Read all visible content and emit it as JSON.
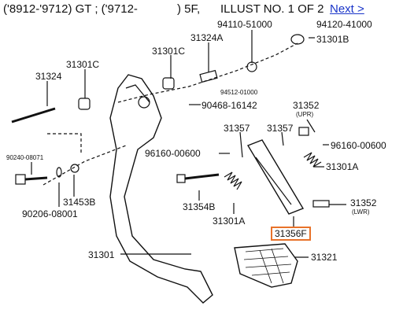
{
  "header": {
    "part1": "('8912-'9712) GT ; ('9712-",
    "part2": ") 5F,",
    "illust": "ILLUST NO. 1 OF 2",
    "next_link": "Next >"
  },
  "parts": {
    "p94110": "94110-51000",
    "p94120": "94120-41000",
    "p31324a": "31324A",
    "p31301b": "31301B",
    "p31301c": "31301C",
    "p31324": "31324",
    "p31301c_top": "31301C",
    "p94512": "94512-01000",
    "p90468": "90468-16142",
    "p31352_upr": "31352",
    "upr": "(UPR)",
    "p31357a": "31357",
    "p31357b": "31357",
    "p96160a": "96160-00600",
    "p96160b": "96160-00600",
    "p90240": "90240-08071",
    "p31453b": "31453B",
    "p90206": "90206-08001",
    "p31301a_r": "31301A",
    "p31354b": "31354B",
    "p31352_lwr": "31352",
    "lwr": "(LWR)",
    "p31301a_b": "31301A",
    "p31356f": "31356F",
    "p31301": "31301",
    "p31321": "31321"
  }
}
